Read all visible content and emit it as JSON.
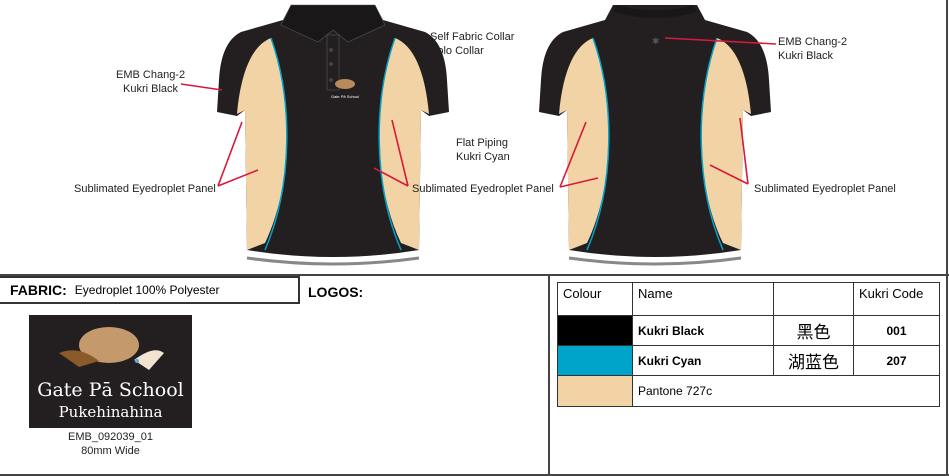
{
  "annotations": {
    "collar": [
      "Self Fabric Collar",
      "Polo Collar"
    ],
    "front_emb": [
      "EMB Chang-2",
      "Kukri Black"
    ],
    "back_emb": [
      "EMB Chang-2",
      "Kukri Black"
    ],
    "piping": [
      "Flat Piping",
      "Kukri Cyan"
    ],
    "panel": "Sublimated Eyedroplet Panel"
  },
  "fabric": {
    "label": "FABRIC:",
    "value": "Eyedroplet 100% Polyester"
  },
  "logos": {
    "label": "LOGOS:",
    "logo_line1": "Gate Pā School",
    "logo_line2": "Pukehinahina",
    "code": "EMB_092039_01",
    "size": "80mm Wide"
  },
  "colour_table": {
    "headers": [
      "Colour",
      "Name",
      "",
      "Kukri Code"
    ],
    "rows": [
      {
        "swatch": "#000000",
        "name": "Kukri Black",
        "chinese": "黑色",
        "code": "001"
      },
      {
        "swatch": "#00a3c9",
        "name": "Kukri Cyan",
        "chinese": "湖蓝色",
        "code": "207"
      },
      {
        "swatch": "#f2d3a6",
        "name": "Pantone 727c"
      }
    ]
  },
  "colors": {
    "black": "#231f20",
    "cyan": "#00a3c9",
    "tan": "#f2d3a6",
    "leader": "#d7193a"
  }
}
